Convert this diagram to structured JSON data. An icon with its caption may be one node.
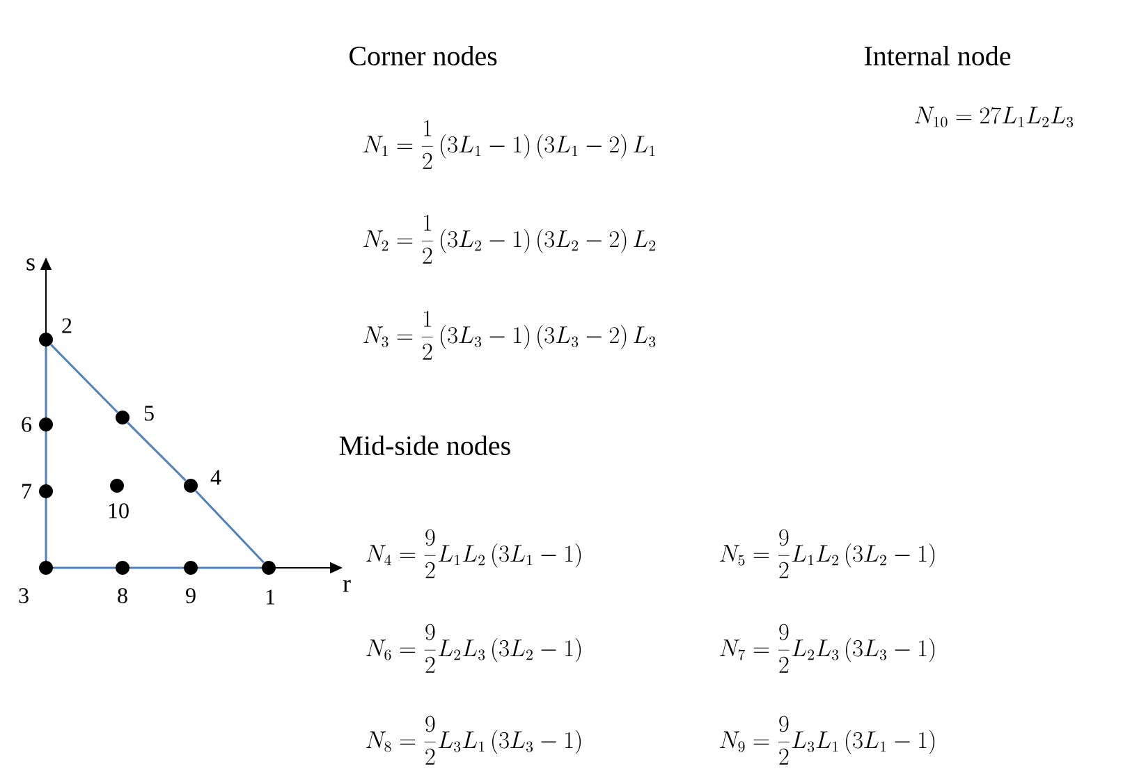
{
  "diagram": {
    "nodes": [
      {
        "text": [],
        "shape": "circle",
        "beside": [
          "2"
        ]
      },
      {
        "text": [],
        "shape": "circle",
        "beside": [
          "5"
        ]
      },
      {
        "text": [],
        "shape": "circle",
        "beside": [
          "6"
        ]
      },
      {
        "text": [],
        "shape": "circle",
        "beside": [
          "4"
        ]
      },
      {
        "text": [],
        "shape": "circle",
        "beside": [
          "7"
        ]
      },
      {
        "text": [],
        "shape": "circle",
        "beside": [
          "10"
        ]
      },
      {
        "text": [],
        "shape": "circle",
        "beside": [
          "3"
        ]
      },
      {
        "text": [],
        "shape": "circle",
        "beside": [
          "8"
        ]
      },
      {
        "text": [],
        "shape": "circle",
        "beside": [
          "9"
        ]
      },
      {
        "text": [],
        "shape": "circle",
        "beside": [
          "1"
        ]
      }
    ],
    "edges": [
      {
        "from": 6,
        "to": 7,
        "arrow": "none"
      },
      {
        "from": 7,
        "to": 8,
        "arrow": "none"
      },
      {
        "from": 8,
        "to": 9,
        "arrow": "none"
      },
      {
        "from": 9,
        "to": 3,
        "arrow": "none"
      },
      {
        "from": 3,
        "to": 1,
        "arrow": "none"
      },
      {
        "from": 1,
        "to": 0,
        "arrow": "none"
      },
      {
        "from": 0,
        "to": 2,
        "arrow": "none"
      },
      {
        "from": 2,
        "to": 4,
        "arrow": "none"
      },
      {
        "from": 4,
        "to": 6,
        "arrow": "none"
      }
    ],
    "labels": [
      "Corner nodes",
      "Internal node",
      "N_{10}=27L_1L_2L_3",
      "N_1=\\frac{1}{2}\\left(3L_1-1\\right)\\left(3L_1-2\\right)L_1",
      "N_2=\\frac{1}{2}\\left(3L_2-1\\right)\\left(3L_2-2\\right)L_2",
      "s",
      "N_3=\\frac{1}{2}\\left(3L_3-1\\right)\\left(3L_3-2\\right)L_3",
      "Mid-side nodes",
      "N_4=\\frac{9}{2}L_1L_2\\left(3L_1-1\\right)",
      "N_5=\\frac{9}{2}L_1L_2\\left(3L_2-1\\right)",
      "r",
      "N_6=\\frac{9}{2}L_2L_3\\left(3L_2-1\\right)",
      "N_7=\\frac{9}{2}L_2L_3\\left(3L_3-1\\right)",
      "N_8=\\frac{9}{2}L_3L_1\\left(3L_3-1\\right)",
      "N_9=\\frac{9}{2}L_3L_1\\left(3L_1-1\\right)"
    ]
  }
}
